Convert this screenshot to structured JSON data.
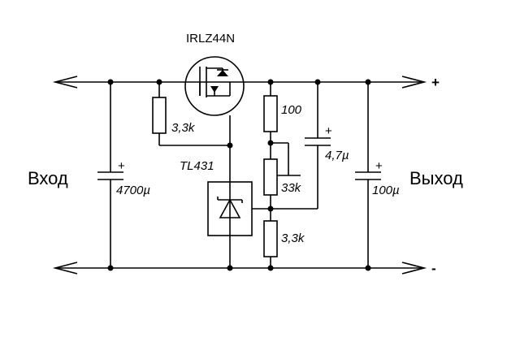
{
  "labels": {
    "transistor": "IRLZ44N",
    "regulator": "TL431",
    "input": "Вход",
    "output": "Выход",
    "plus": "+",
    "minus": "-",
    "cap_plus": "+"
  },
  "components": {
    "r_gate": "3,3k",
    "r_top": "100",
    "r_trim": "33k",
    "r_bottom": "3,3k",
    "c_input": "4700µ",
    "c_feedback": "4,7µ",
    "c_output": "100µ"
  }
}
